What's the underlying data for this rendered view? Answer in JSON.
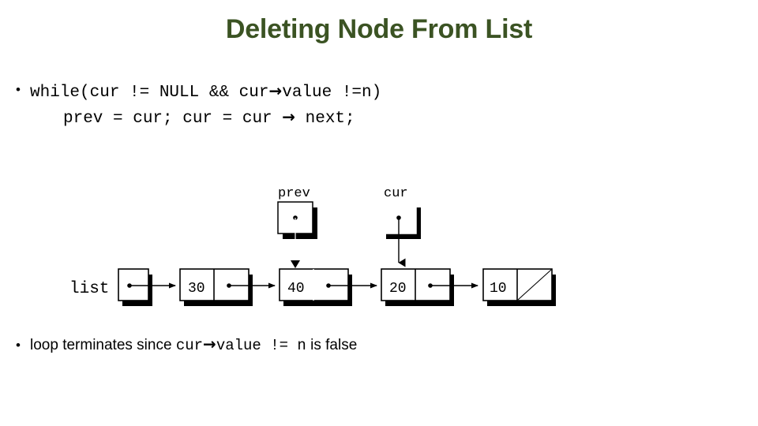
{
  "slide": {
    "title": "Deleting Node From List",
    "title_color": "#3b5323",
    "background_color": "#ffffff"
  },
  "code_bullet": {
    "bullet_glyph": "•",
    "line1": {
      "before_arrow": "while(cur != NULL && cur",
      "arrow": "→",
      "after_arrow": "value !=n)"
    },
    "line2": {
      "before_arrow": "prev = cur; cur = cur ",
      "arrow": "→",
      "after_arrow": " next;"
    }
  },
  "conclusion_bullet": {
    "bullet_glyph": "•",
    "prefix": "loop terminates since ",
    "code_before_arrow": "cur",
    "arrow": "→",
    "code_after_arrow": "value != n",
    "suffix": " is false"
  },
  "diagram": {
    "list_label": "list",
    "prev_label": "prev",
    "cur_label": "cur",
    "nodes": [
      {
        "value": "30",
        "next": "pointer"
      },
      {
        "value": "40",
        "next": "pointer"
      },
      {
        "value": "20",
        "next": "pointer"
      },
      {
        "value": "10",
        "next": "null"
      }
    ],
    "pointer_boxes": [
      {
        "name": "prev",
        "target_value": "40"
      },
      {
        "name": "cur",
        "target_value": "20"
      }
    ],
    "stroke_color": "#000000",
    "shadow_color": "#000000",
    "fill_color": "#ffffff"
  }
}
